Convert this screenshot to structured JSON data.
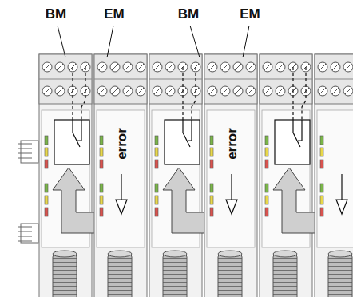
{
  "diagram": {
    "labels": [
      "BM",
      "EM",
      "BM",
      "EM",
      "error",
      "error"
    ]
  }
}
